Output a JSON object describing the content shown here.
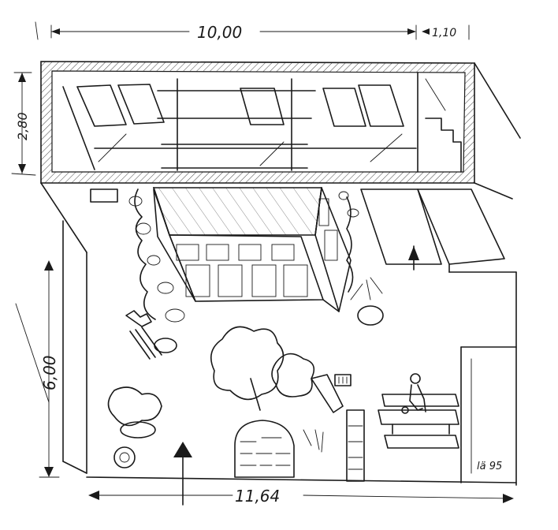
{
  "dimensions": {
    "top_width": "10,00",
    "top_right": "1,10",
    "depth_top": "2,80",
    "height_left": "6,00",
    "bottom_width": "11,64"
  },
  "signature": "lä 95",
  "colors": {
    "ink": "#1a1a1a",
    "paper": "#ffffff"
  }
}
